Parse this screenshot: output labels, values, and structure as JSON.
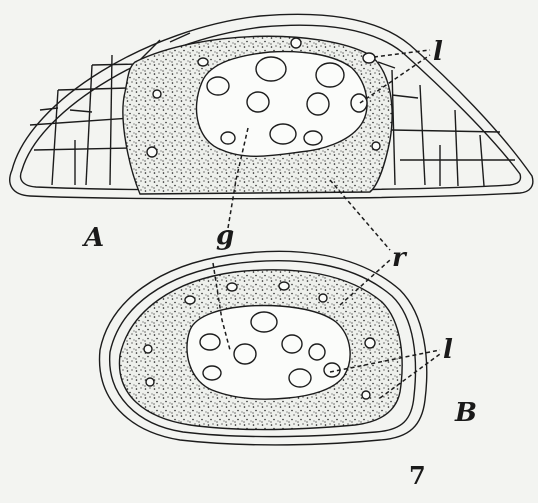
{
  "labels": {
    "l_top": "l",
    "A": "A",
    "g": "g",
    "r": "r",
    "l_bottom": "l",
    "B": "B",
    "figure_number": "7"
  },
  "colors": {
    "background": "#f3f4f1",
    "ink": "#1c1c1c",
    "paper": "#fbfcfa"
  }
}
